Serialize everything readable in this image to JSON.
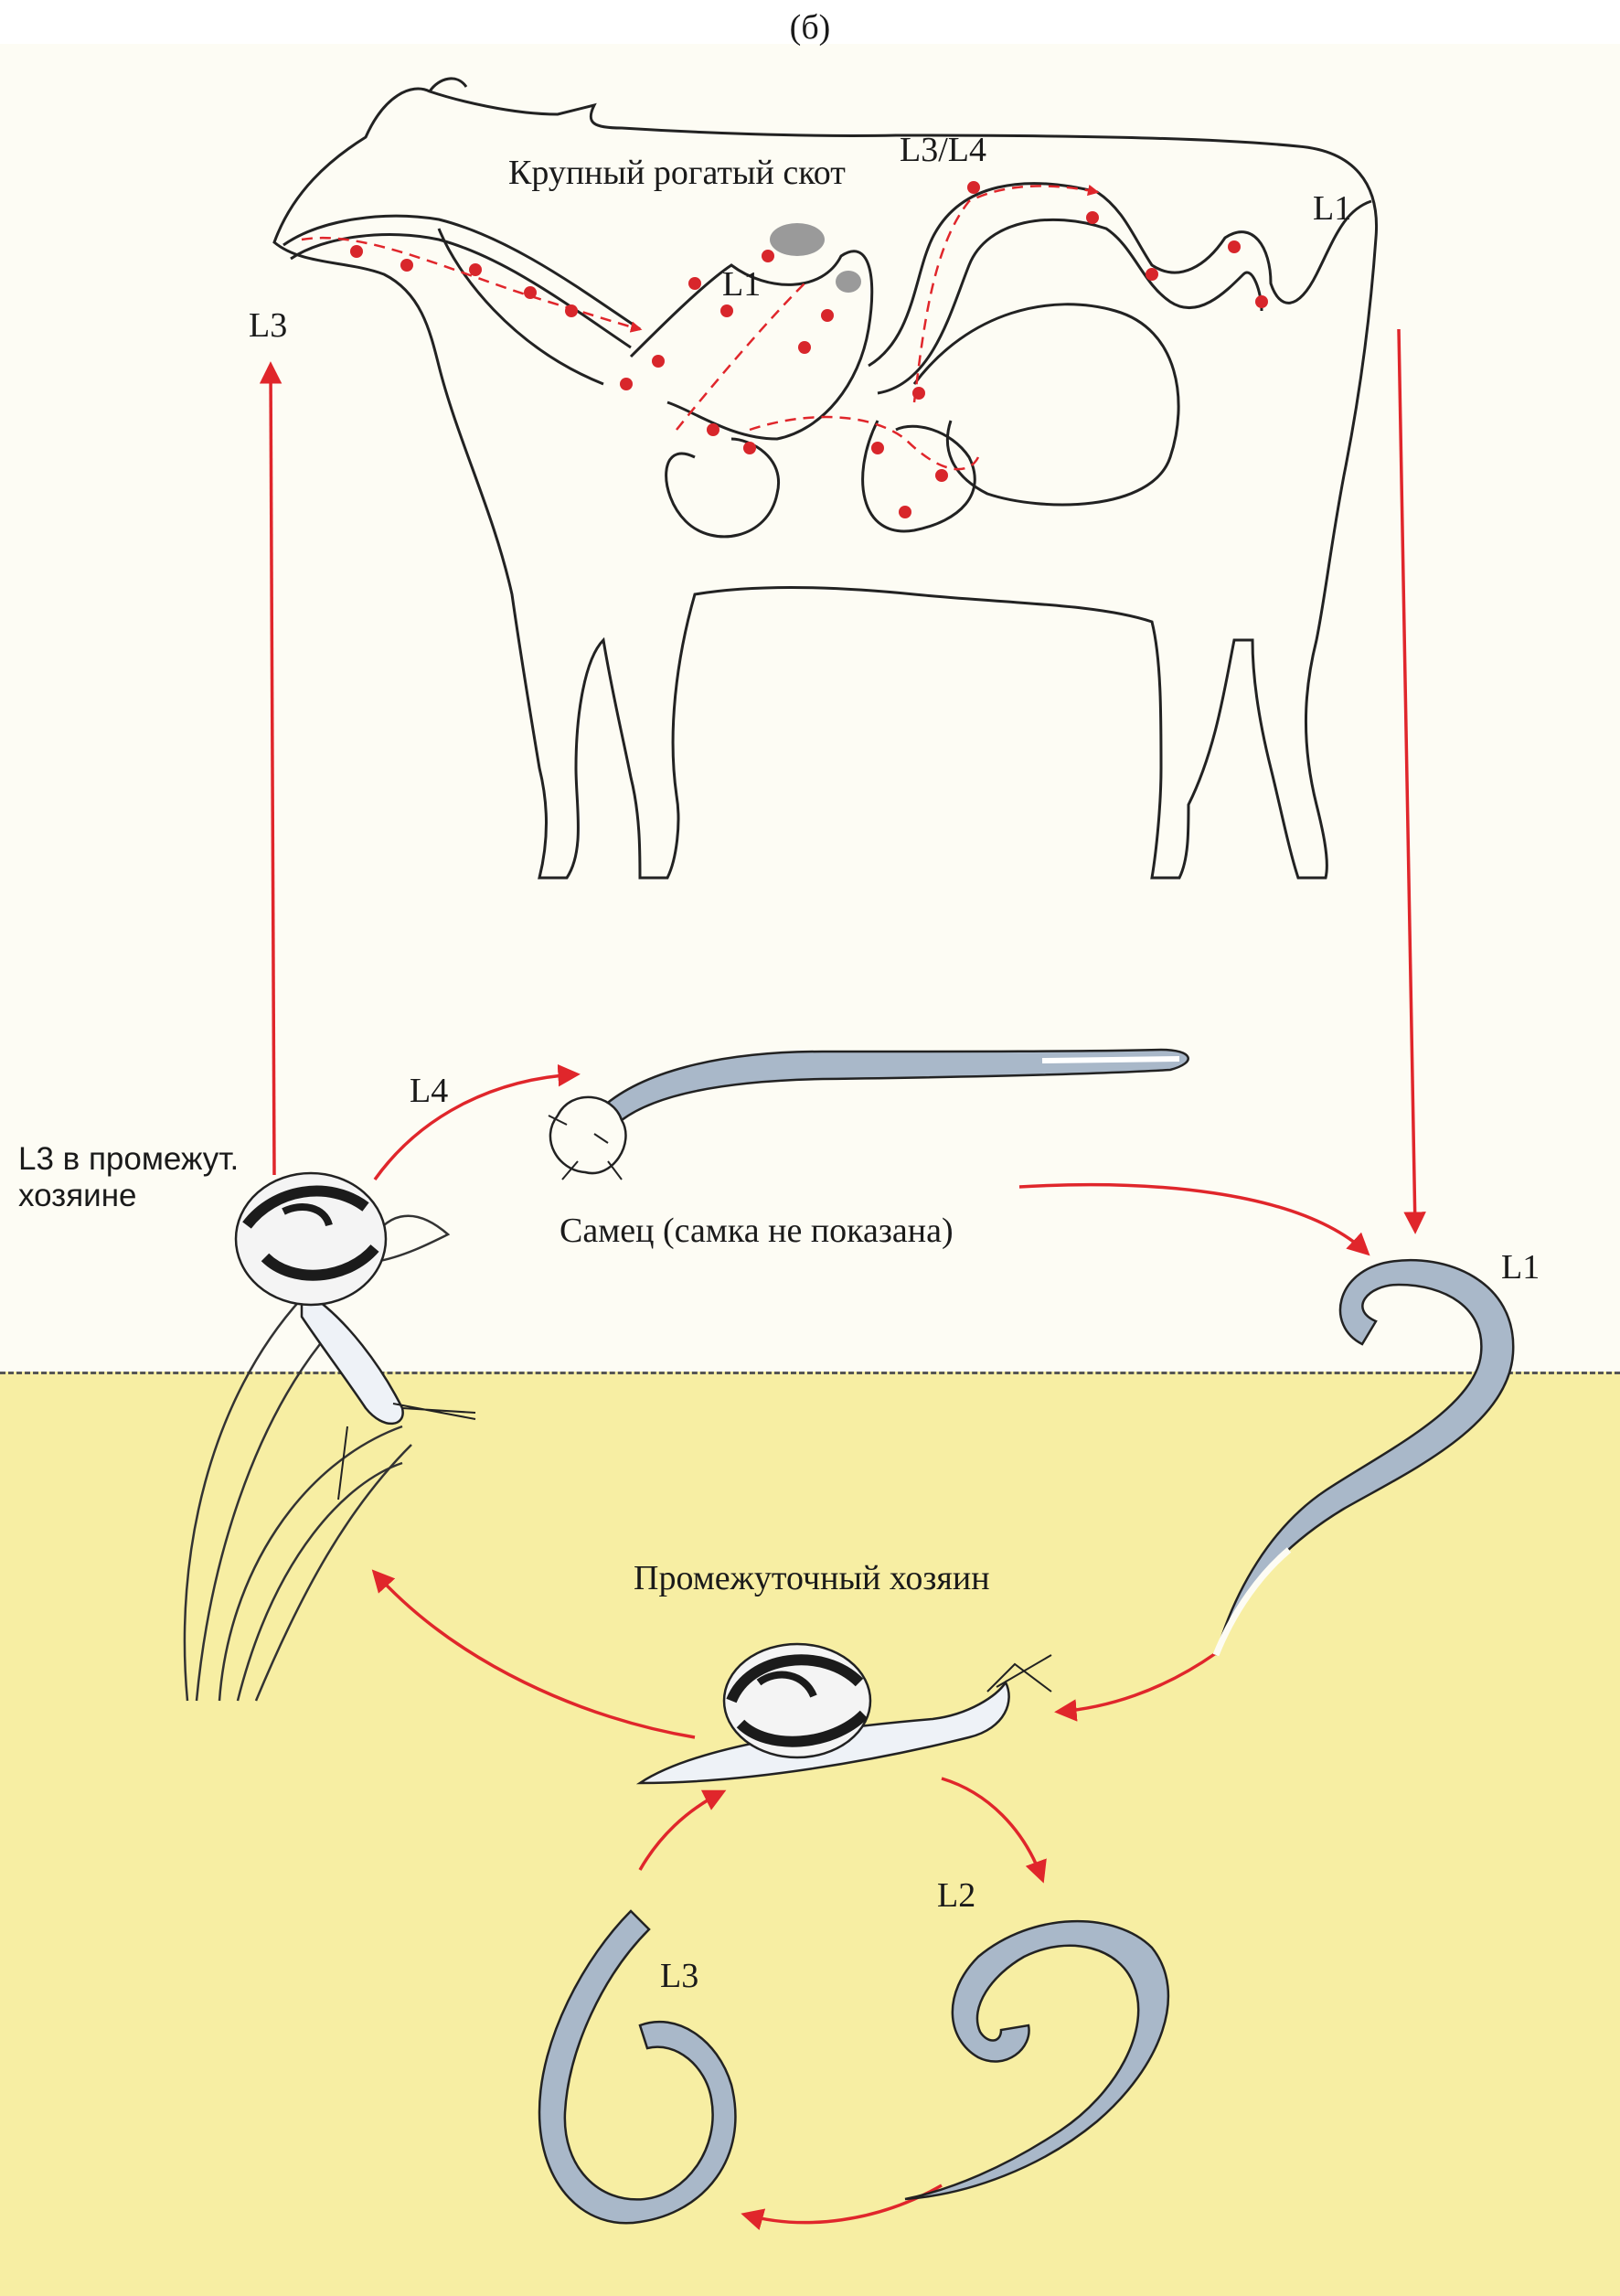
{
  "panel_label": "(б)",
  "labels": {
    "host": "Крупный рогатый скот",
    "l3_l4": "L3/L4",
    "l1_gut": "L1",
    "l1_lung": "L1",
    "l3_mouth": "L3",
    "l4": "L4",
    "l3_in_host_line1": "L3 в промежут.",
    "l3_in_host_line2": "хозяине",
    "male": "Самец (самка не показана)",
    "l1_env": "L1",
    "intermediate_host": "Промежуточный хозяин",
    "l2": "L2",
    "l3_snail": "L3"
  },
  "colors": {
    "arrow": "#e0262b",
    "dot": "#d8262b",
    "upper_bg": "#fdfcf4",
    "ground": "#f7eea3",
    "larva_fill": "#a9b8c9",
    "shell_band": "#1b1b1b",
    "lung_spot": "#9a9a9a"
  }
}
